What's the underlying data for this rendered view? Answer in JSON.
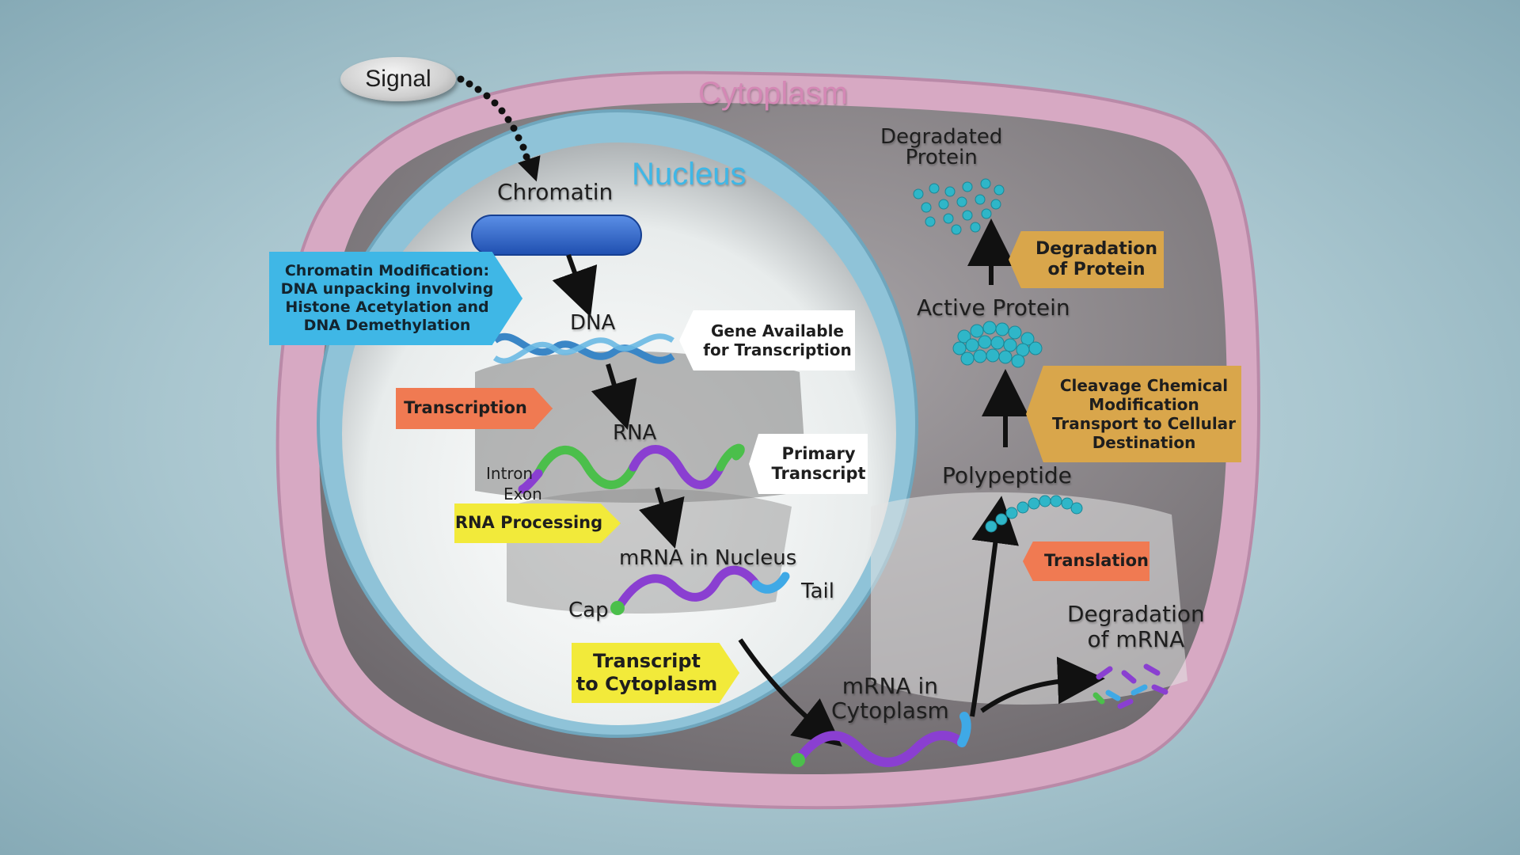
{
  "labels": {
    "signal": "Signal",
    "cytoplasm": "Cytoplasm",
    "nucleus": "Nucleus",
    "chromatin": "Chromatin",
    "dna": "DNA",
    "rna": "RNA",
    "intron": "Intron",
    "exon": "Exon",
    "mrna_nucleus": "mRNA in Nucleus",
    "cap": "Cap",
    "tail": "Tail",
    "mrna_cytoplasm": "mRNA in\nCytoplasm",
    "polypeptide": "Polypeptide",
    "active_protein": "Active Protein",
    "degraded_protein": "Degradated\nProtein",
    "degradation_mrna": "Degradation\nof mRNA"
  },
  "boxes": {
    "chromatin_mod": "Chromatin Modification:\nDNA unpacking involving\nHistone Acetylation and\nDNA Demethylation",
    "gene_available": "Gene Available\nfor Transcription",
    "transcription": "Transcription",
    "primary_transcript": "Primary\nTranscript",
    "rna_processing": "RNA Processing",
    "transcript_cytoplasm": "Transcript\nto Cytoplasm",
    "translation": "Translation",
    "cleavage": "Cleavage Chemical\nModification\nTransport to Cellular\nDestination",
    "degradation_protein": "Degradation\nof Protein"
  },
  "colors": {
    "cell_membrane": "#d7a9c3",
    "cytoplasm_fill": "#8f8a8d",
    "nucleus_rim": "#8fc3d8",
    "nucleus_fill": "#eef0f0",
    "chromatin_mod_box": "#3fb7e6",
    "transcription_box": "#f07a52",
    "rna_processing_box": "#f2ea3a",
    "transcript_cytoplasm_box": "#f2ea3a",
    "translation_box": "#f07a52",
    "cleavage_box": "#d9a64b",
    "degradation_protein_box": "#d9a64b",
    "info_box": "#ffffff",
    "protein_beads": "#2fb6c8",
    "rna_purple": "#8a3fd1",
    "rna_green": "#4bbf4b",
    "tail_blue": "#3fa9e6"
  }
}
